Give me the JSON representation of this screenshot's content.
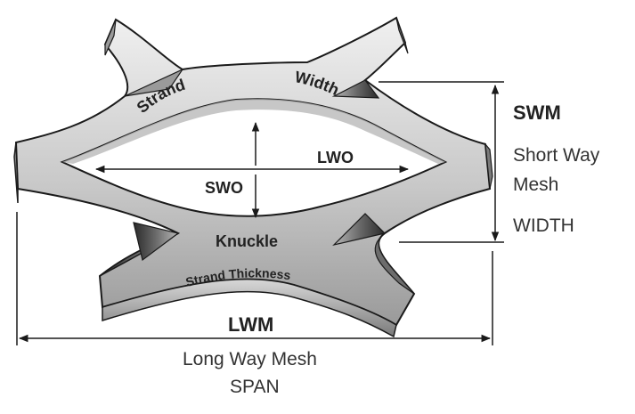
{
  "labels": {
    "strand": "Strand",
    "width_strand": "Width",
    "lwo": "LWO",
    "swo": "SWO",
    "knuckle": "Knuckle",
    "strand_thickness": "Strand Thickness",
    "swm": "SWM",
    "short_way_line1": "Short Way",
    "short_way_line2": "Mesh",
    "width_dim": "WIDTH",
    "lwm": "LWM",
    "long_way_mesh": "Long Way Mesh",
    "span": "SPAN"
  },
  "colors": {
    "metal_light": "#e4e4e4",
    "metal_mid": "#b5b5b5",
    "metal_dark": "#5a5a5a",
    "outline": "#1a1a1a",
    "text": "#222222"
  }
}
